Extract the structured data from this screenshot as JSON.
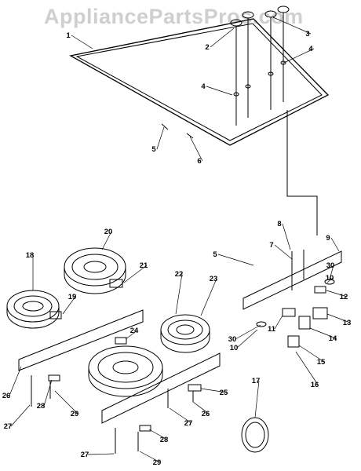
{
  "watermark": "AppliancePartsPros.com",
  "callouts": [
    "1",
    "2",
    "3",
    "4",
    "4",
    "5",
    "6",
    "8",
    "7",
    "5",
    "9",
    "30",
    "10",
    "12",
    "13",
    "11",
    "14",
    "15",
    "16",
    "30",
    "10",
    "20",
    "18",
    "21",
    "19",
    "22",
    "23",
    "24",
    "17",
    "25",
    "26",
    "26",
    "28",
    "29",
    "27",
    "27",
    "28",
    "27",
    "29"
  ]
}
